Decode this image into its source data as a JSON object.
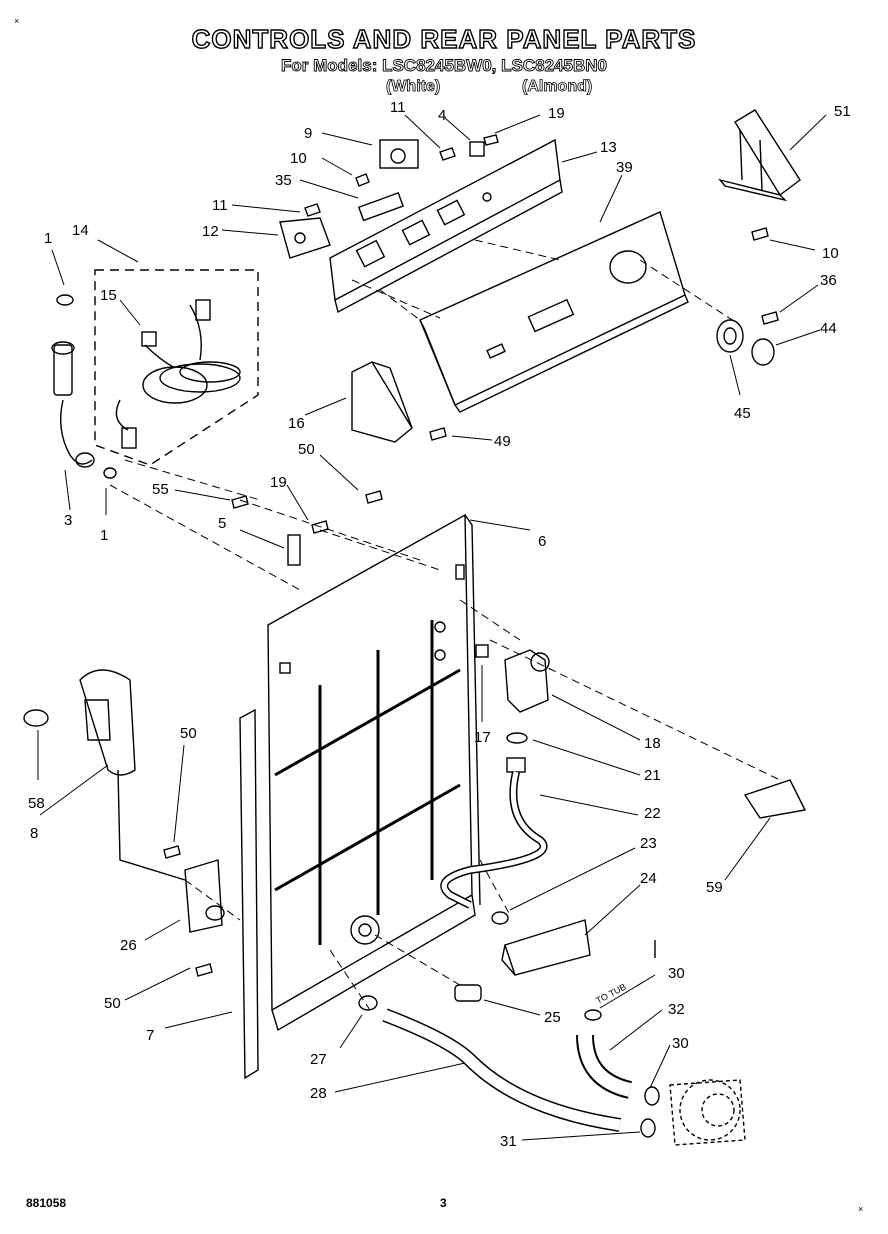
{
  "header": {
    "title": "CONTROLS AND REAR PANEL PARTS",
    "subtitle": "For Models: LSC8245BW0, LSC8245BN0",
    "variant_white": "(White)",
    "variant_almond": "(Almond)"
  },
  "footer": {
    "doc_number": "881058",
    "page_number": "3"
  },
  "corner_marks": [
    "×",
    "×"
  ],
  "diagram": {
    "annotation": "TO TUB",
    "callouts": [
      "1",
      "14",
      "15",
      "3",
      "1",
      "9",
      "10",
      "35",
      "11",
      "12",
      "11",
      "4",
      "19",
      "13",
      "39",
      "51",
      "10",
      "36",
      "44",
      "45",
      "16",
      "50",
      "49",
      "55",
      "19",
      "5",
      "6",
      "58",
      "8",
      "50",
      "26",
      "50",
      "7",
      "17",
      "18",
      "21",
      "22",
      "23",
      "24",
      "59",
      "25",
      "27",
      "28",
      "30",
      "32",
      "30",
      "31"
    ]
  }
}
